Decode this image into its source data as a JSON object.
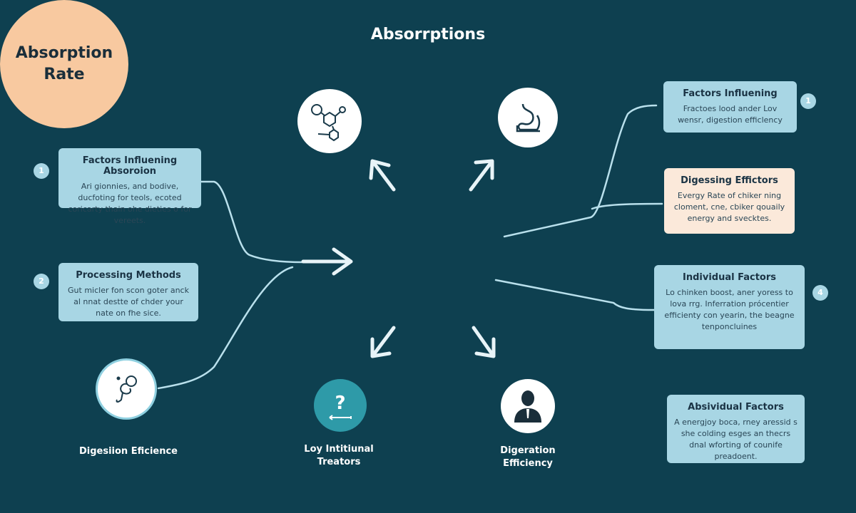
{
  "title": "Absorrptions",
  "center": {
    "line1": "Absorption",
    "line2": "Rate",
    "color": "#f8c9a0"
  },
  "left_boxes": [
    {
      "badge": "1",
      "title": "Factors Influening Absoroion",
      "body": "Ari gionnies, and bodive, ducfoting for teols, ecoted coricarty thain ohe dieties o for vereets."
    },
    {
      "badge": "2",
      "title": "Processing Methods",
      "body": "Gut micler fon scon goter anck al nnat destte of chder your nate on fhe sice."
    }
  ],
  "right_boxes": [
    {
      "badge": "1",
      "title": "Factors Influening",
      "body": "Fractoes lood ander Lov wensr, digestion efficlency"
    },
    {
      "title": "Digessing Effictors",
      "body": "Evergy Rate of chiker ning cloment, cne, cbiker qouaily energy and svecktes."
    },
    {
      "badge": "4",
      "title": "Individual Factors",
      "body": "Lo chinken boost, aner yoress to lova rrg. Inferration prócentier efficienty con yearin, the beagne tenponcluines"
    },
    {
      "title": "Absividual Factors",
      "body": "A energjoy boca, rney aressid s she colding esges an thecrs dnal wforting of counife preadoent."
    }
  ],
  "bottom_items": [
    {
      "icon": "molecule-figure-icon",
      "label": "Digesiion Eficience"
    },
    {
      "icon": "question-icon",
      "label1": "Loy Intitiunal",
      "label2": "Treators"
    },
    {
      "icon": "person-icon",
      "label1": "Digeration",
      "label2": "Efficiency"
    }
  ],
  "top_icons": [
    "molecule-icon",
    "stomach-icon"
  ],
  "colors": {
    "background": "#0e4050",
    "box": "#a8d6e4",
    "box_highlight": "#fbe9da",
    "teal_icon": "#2e9aa8"
  }
}
